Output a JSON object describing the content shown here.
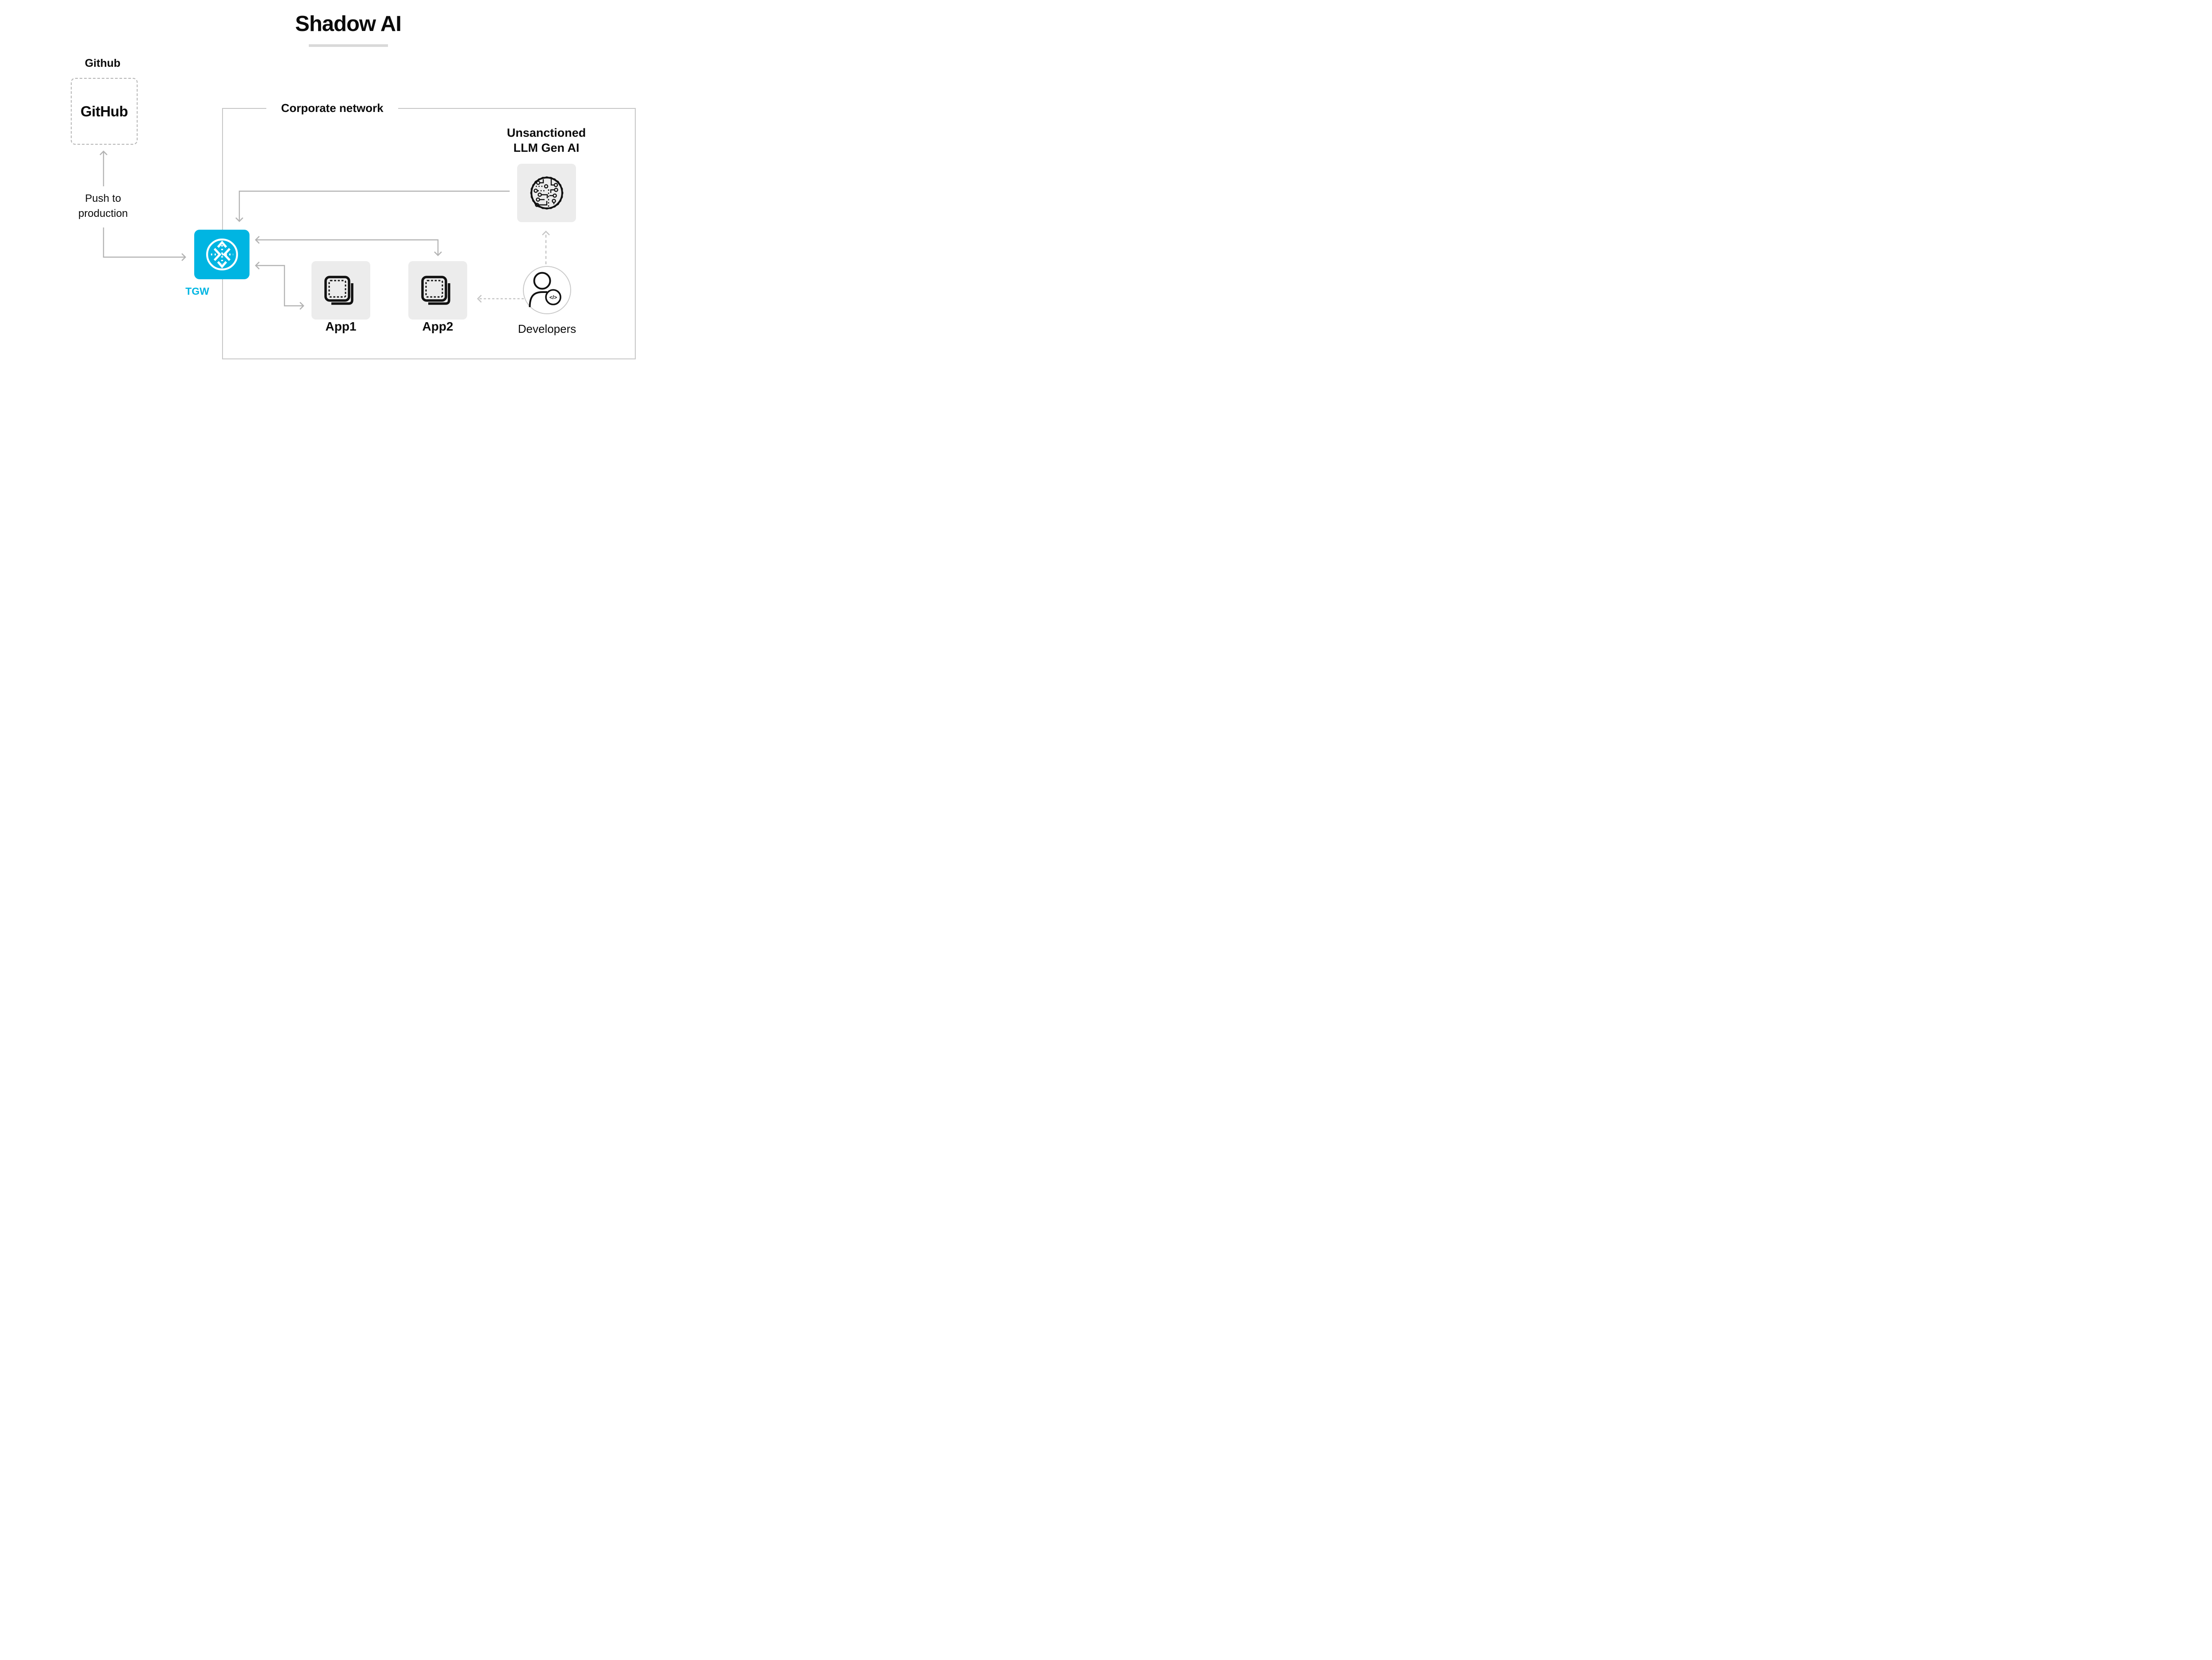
{
  "title": {
    "text": "Shadow AI"
  },
  "github": {
    "label": "Github",
    "logo": "GitHub"
  },
  "push_note": {
    "text": "Push to\nproduction"
  },
  "tgw": {
    "label": "TGW"
  },
  "corporate": {
    "label": "Corporate network"
  },
  "llm": {
    "label": "Unsanctioned\nLLM Gen AI"
  },
  "apps": [
    {
      "label": "App1"
    },
    {
      "label": "App2"
    }
  ],
  "developers": {
    "label": "Developers",
    "badge": "</>"
  },
  "icons": {
    "tgw": "router-icon",
    "llm": "ai-chip-icon",
    "apps": "stacked-apps-icon",
    "developers": "developer-code-icon"
  },
  "theme": {
    "accent": "#00b5e2",
    "box_gray": "#ececec",
    "border_gray": "#c6c6c6",
    "arrow_gray": "#b3b3b3",
    "dashed_gray": "#c5c5c5",
    "dash_border": "#b5b5b5",
    "underline": "#d9d9d9",
    "ink": "#0b0b0b"
  }
}
